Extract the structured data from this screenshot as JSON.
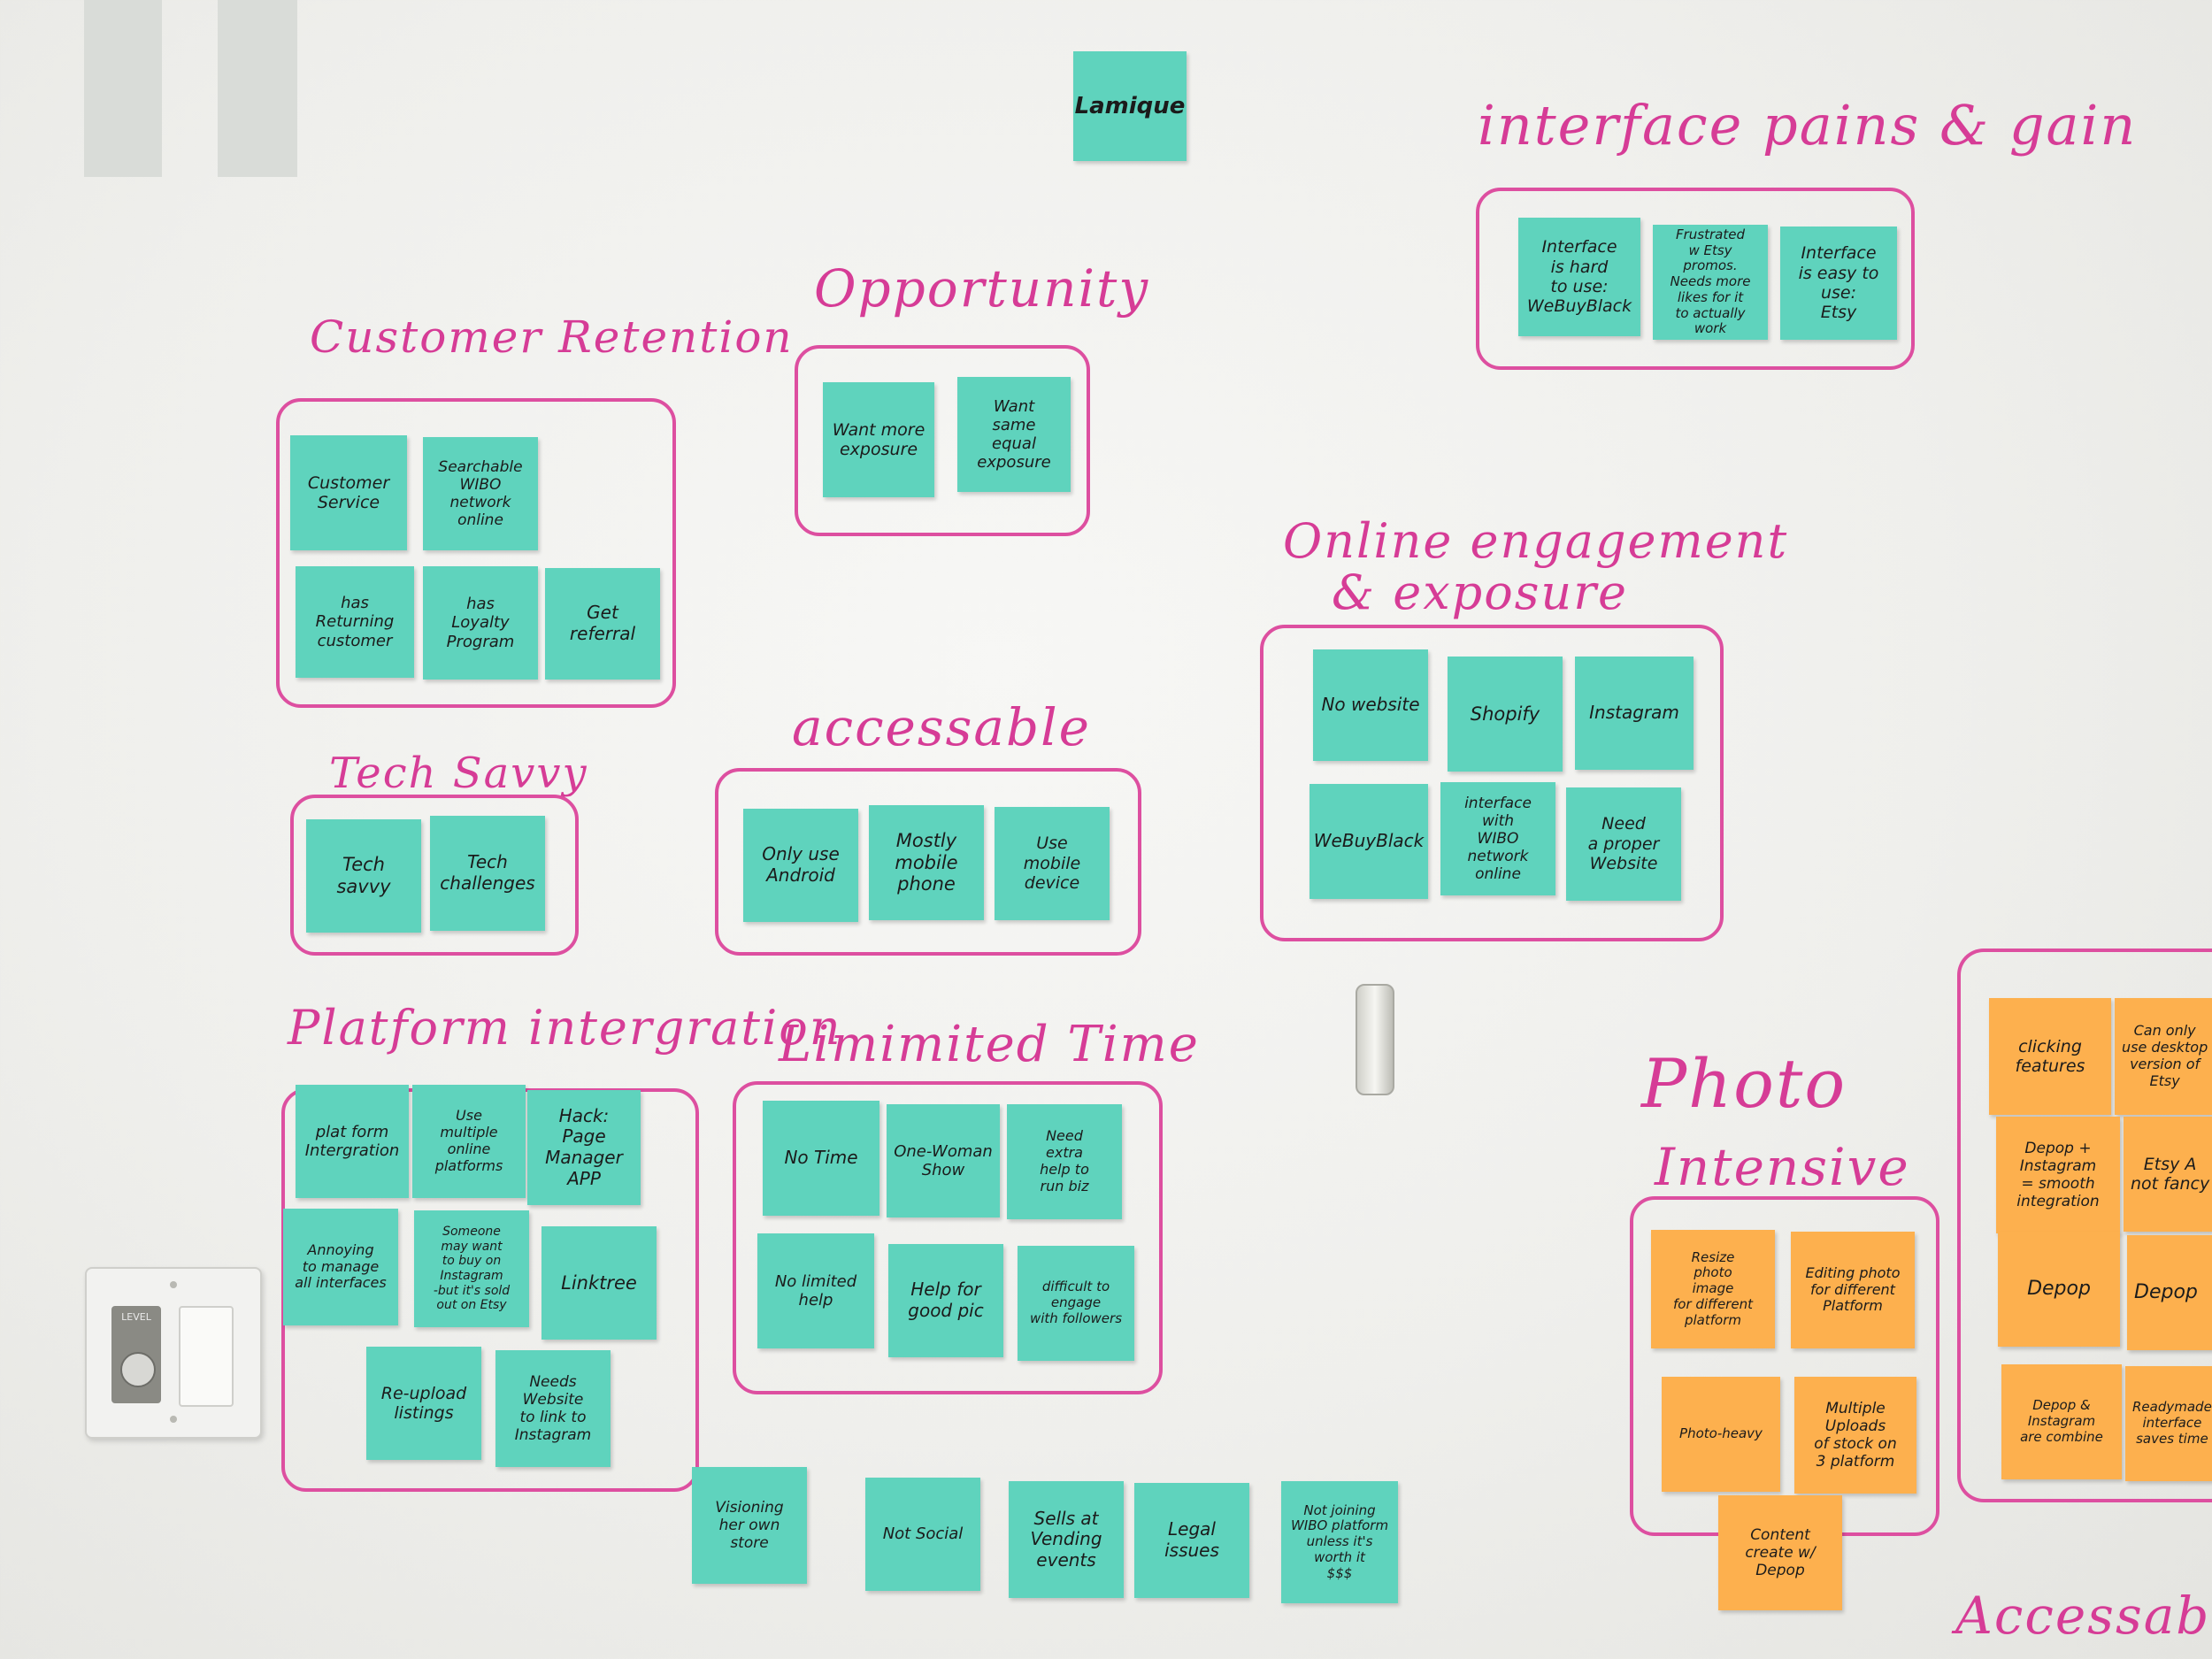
{
  "board_title_note": "Lamique",
  "headings": {
    "interface": "interface pains & gain",
    "customer_retention": "Customer Retention",
    "opportunity": "Opportunity",
    "online_engagement_1": "Online engagement",
    "online_engagement_2": "& exposure",
    "tech_savvy": "Tech Savvy",
    "accessable": "accessable",
    "platform": "Platform intergration",
    "limited_time": "Limimited Time",
    "photo_1": "Photo",
    "photo_2": "Intensive",
    "accessable_bottom": "Accessable"
  },
  "notes": {
    "interface_hard": "Interface\nis hard\nto use:\nWeBuyBlack",
    "frustrated_etsy": "Frustrated\nw Etsy\npromos.\nNeeds more\nlikes for it\nto actually work",
    "interface_easy": "Interface\nis easy to\nuse:\nEtsy",
    "customer_service": "Customer\nService",
    "searchable_wibo": "Searchable\nWIBO\nnetwork\nonline",
    "returning_customer": "has Returning\ncustomer",
    "loyalty_program": "has\nLoyalty\nProgram",
    "get_referral": "Get\nreferral",
    "want_more_exposure": "Want more\nexposure",
    "want_same_equal": "Want\nsame\nequal\nexposure",
    "no_website": "No website",
    "shopify": "Shopify",
    "instagram": "Instagram",
    "webuyblack": "WeBuyBlack",
    "interface_wibo": "interface\nwith\nWIBO\nnetwork\nonline",
    "need_proper_website": "Need\na proper\nWebsite",
    "tech_savvy": "Tech\nsavvy",
    "tech_challenges": "Tech\nchallenges",
    "only_android": "Only use\nAndroid",
    "mostly_mobile": "Mostly\nmobile\nphone",
    "use_mobile_device": "Use\nmobile\ndevice",
    "platform_integration": "plat form\nIntergration",
    "use_multiple_platforms": "Use\nmultiple\nonline\nplatforms",
    "hack_page_manager": "Hack:\nPage\nManager\nAPP",
    "annoying_manage": "Annoying\nto manage\nall interfaces",
    "someone_may_want": "Someone\nmay want\nto buy on\nInstagram\n-but it's sold\nout on Etsy",
    "linktree": "Linktree",
    "reupload_listings": "Re-upload\nlistings",
    "needs_website_link": "Needs\nWebsite\nto link to\nInstagram",
    "no_time": "No Time",
    "one_woman_show": "One-Woman\nShow",
    "need_extra_help": "Need\nextra\nhelp to\nrun biz",
    "limited_help": "No limited\nhelp",
    "help_for_good_pic": "Help for\ngood pic",
    "difficult_engage": "difficult to\nengage\nwith followers",
    "visioning_store": "Visioning\nher own store",
    "not_social": "Not Social",
    "sells_vending": "Sells at\nVending\nevents",
    "legal_issues": "Legal\nissues",
    "not_joining_wibo": "Not joining\nWIBO platform\nunless it's\nworth it\n$$$",
    "resize_photo": "Resize\nphoto\nimage\nfor different\nplatform",
    "editing_photo": "Editing photo\nfor different\nPlatform",
    "photo_heavy": "Photo-heavy",
    "multiple_uploads": "Multiple\nUploads\nof stock on\n3 platform",
    "content_create_depop": "Content\ncreate w/\nDepop",
    "clicking_features": "clicking\nfeatures",
    "can_only_use": "Can only\nuse desktop\nversion of\nEtsy",
    "depop_instagram_smooth": "Depop +\nInstagram\n= smooth\nintegration",
    "etsy_not_fancy": "Etsy A\nnot fancy",
    "depop_1": "Depop",
    "depop_2": "Depop",
    "depop_instagram_combine": "Depop &\nInstagram\nare combine",
    "readymade_interface": "Readymade\ninterface\nsaves time"
  },
  "colors": {
    "marker": "#dd4fa0",
    "teal_note": "#5fd3bd",
    "orange_note": "#fdb04e"
  },
  "icons": {
    "light_switch": "light-switch-icon",
    "dimmer_label": "LEVEL"
  }
}
